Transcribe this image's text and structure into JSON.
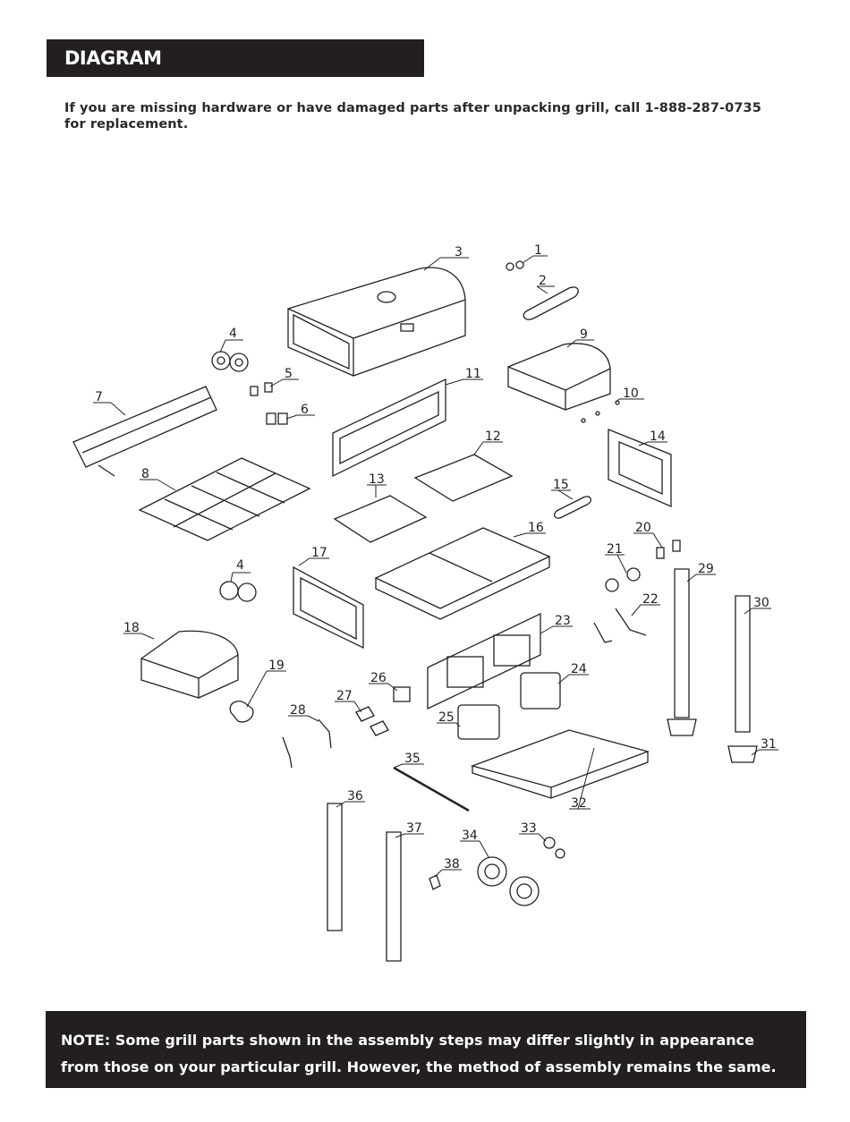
{
  "header": {
    "title": "DIAGRAM"
  },
  "intro": {
    "text": "If you are missing hardware or have damaged parts after unpacking grill, call 1-888-287-0735 for replacement."
  },
  "parts": {
    "callouts": [
      "1",
      "2",
      "3",
      "4",
      "5",
      "6",
      "7",
      "8",
      "9",
      "10",
      "11",
      "12",
      "13",
      "14",
      "15",
      "16",
      "17",
      "18",
      "19",
      "20",
      "21",
      "22",
      "23",
      "24",
      "25",
      "26",
      "27",
      "28",
      "29",
      "30",
      "31",
      "32",
      "33",
      "34",
      "35",
      "36",
      "37",
      "38"
    ],
    "callout_4_second": "4"
  },
  "note": {
    "line1": "NOTE: Some grill parts shown in the assembly steps may differ slightly in appearance",
    "line2": "from those on your particular grill. However, the method of assembly remains the same."
  }
}
